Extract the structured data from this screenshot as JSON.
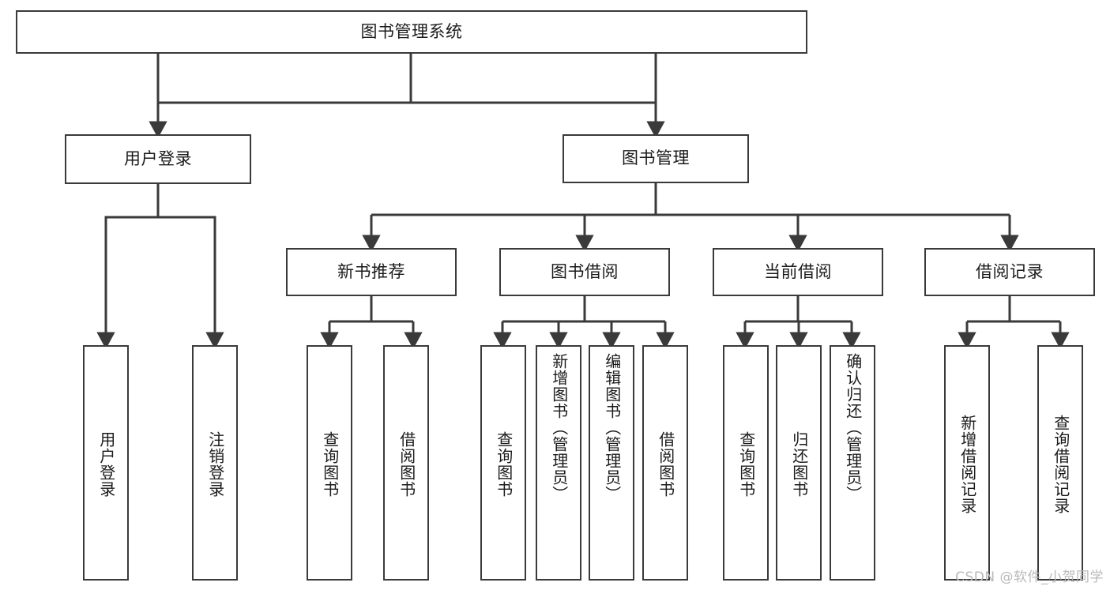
{
  "diagram": {
    "type": "tree",
    "root": {
      "id": "root",
      "label": "图书管理系统"
    },
    "level2": [
      {
        "id": "user-login",
        "label": "用户登录"
      },
      {
        "id": "book-manage",
        "label": "图书管理"
      }
    ],
    "level3": [
      {
        "id": "new-book-rec",
        "label": "新书推荐",
        "parent": "book-manage"
      },
      {
        "id": "book-borrow",
        "label": "图书借阅",
        "parent": "book-manage"
      },
      {
        "id": "current-borrow",
        "label": "当前借阅",
        "parent": "book-manage"
      },
      {
        "id": "borrow-record",
        "label": "借阅记录",
        "parent": "book-manage"
      }
    ],
    "leaves": {
      "user-login": [
        {
          "id": "leaf-user-login",
          "label": "用户登录"
        },
        {
          "id": "leaf-logout-login",
          "label": "注销登录"
        }
      ],
      "new-book-rec": [
        {
          "id": "leaf-query-book-1",
          "label": "查询图书"
        },
        {
          "id": "leaf-borrow-book-1",
          "label": "借阅图书"
        }
      ],
      "book-borrow": [
        {
          "id": "leaf-query-book-2",
          "label": "查询图书"
        },
        {
          "id": "leaf-add-book",
          "label": "新增图书（管理员）"
        },
        {
          "id": "leaf-edit-book",
          "label": "编辑图书（管理员）"
        },
        {
          "id": "leaf-borrow-book-2",
          "label": "借阅图书"
        }
      ],
      "current-borrow": [
        {
          "id": "leaf-query-book-3",
          "label": "查询图书"
        },
        {
          "id": "leaf-return-book",
          "label": "归还图书"
        },
        {
          "id": "leaf-confirm-return",
          "label": "确认归还（管理员）"
        }
      ],
      "borrow-record": [
        {
          "id": "leaf-add-record",
          "label": "新增借阅记录"
        },
        {
          "id": "leaf-query-record",
          "label": "查询借阅记录"
        }
      ]
    }
  },
  "colors": {
    "box_border": "#3a3a3a",
    "connector": "#3a3a3a",
    "box_fill": "#ffffff",
    "text": "#1b1b1b",
    "watermark": "#b9b9b9",
    "canvas": "#ffffff"
  },
  "watermark": {
    "text": "CSDN @软件_小贺同学"
  }
}
